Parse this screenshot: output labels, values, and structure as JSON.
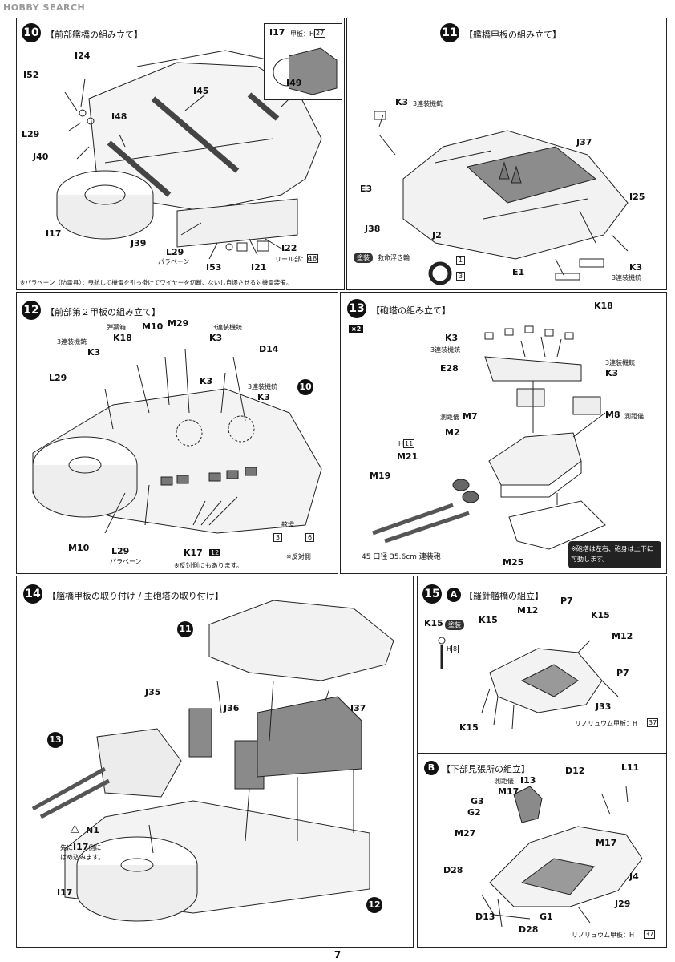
{
  "watermark": "HOBBY SEARCH",
  "page_number": "7",
  "step10": {
    "num": "10",
    "title": "【前部艦橋の組み立て】",
    "labels": {
      "I52": "I52",
      "I24": "I24",
      "L29": "L29",
      "J40": "J40",
      "I48": "I48",
      "I45": "I45",
      "I49": "I49",
      "I17": "I17",
      "J39": "J39",
      "L29b": "L29",
      "I53": "I53",
      "I21": "I21",
      "I22": "I22"
    },
    "paravane": "パラベーン",
    "reel": "リール部：H",
    "reel_h": "18",
    "note": "※パラベーン（防雷具）：曳航して機雷を引っ掛けてワイヤーを切断、ないし自爆させる対機雷装備。",
    "inset_label": "I17",
    "inset_deck": "甲板：H",
    "inset_h": "27"
  },
  "step11": {
    "num": "11",
    "title": "【艦橋甲板の組み立て】",
    "labels": {
      "K3": "K3",
      "E3": "E3",
      "J38": "J38",
      "J2": "J2",
      "J37": "J37",
      "I25": "I25",
      "K3b": "K3",
      "E1": "E1"
    },
    "triple_mg": "3連装機銃",
    "triple_mg_b": "3連装機銃",
    "paint_badge": "塗装",
    "lifebuoy": "救命浮き輪",
    "h1": "1",
    "h3": "3"
  },
  "step12": {
    "num": "12",
    "title": "【前部第２甲板の組み立て】",
    "labels": {
      "K18": "K18",
      "M10": "M10",
      "M29": "M29",
      "K3a": "K3",
      "K3b": "K3",
      "K3c": "K3",
      "K3d": "K3",
      "D14": "D14",
      "L29": "L29",
      "M10b": "M10",
      "L29b": "L29",
      "K17": "K17"
    },
    "ammo": "弾薬箱",
    "triple_mg": "3連装機銃",
    "triple_mg2": "3連装機銃",
    "triple_mg3": "3連装機銃",
    "paravane": "パラベーン",
    "lamp": "舷燈",
    "h3": "3",
    "h6": "6",
    "x12": "12",
    "ref10": "10",
    "note_other": "※反対側",
    "note_both": "※反対側にもあります。"
  },
  "step13": {
    "num": "13",
    "title": "【砲塔の組み立て】",
    "x2": "×2",
    "labels": {
      "K18": "K18",
      "K3": "K3",
      "E28": "E28",
      "K3b": "K3",
      "M7": "M7",
      "M8": "M8",
      "M2": "M2",
      "M21": "M21",
      "M19": "M19",
      "M25": "M25"
    },
    "triple_mg": "3連装機銃",
    "triple_mg2": "3連装機銃",
    "rangefinder": "測距儀",
    "rangefinder2": "測距儀",
    "h11": "11",
    "gun": "45 口径 35.6cm 連装砲",
    "note": "※砲塔は左右、砲身は上下に可動します。"
  },
  "step14": {
    "num": "14",
    "title": "【艦橋甲板の取り付け / 主砲塔の取り付け】",
    "labels": {
      "J35": "J35",
      "J36": "J36",
      "I37": "I37",
      "N1": "N1",
      "I17": "I17"
    },
    "ref11": "11",
    "ref13": "13",
    "ref12": "12",
    "note": "先にI17側に\nはめ込みます。",
    "note_line1": "先に",
    "note_part": "I17",
    "note_line1b": "側に",
    "note_line2": "はめ込みます。"
  },
  "step15": {
    "num": "15",
    "sub_a": "A",
    "title_a": "【羅針艦橋の組立】",
    "sub_b": "B",
    "title_b": "【下部見張所の組立】",
    "labels_a": {
      "K15": "K15",
      "K15b": "K15",
      "M12": "M12",
      "P7": "P7",
      "K15c": "K15",
      "M12b": "M12",
      "P7b": "P7",
      "J33": "J33",
      "K15d": "K15"
    },
    "paint_badge": "塗装",
    "h8": "8",
    "linoleum": "リノリュウム甲板：H",
    "linoleum_h": "37",
    "labels_b": {
      "D12": "D12",
      "L11": "L11",
      "M17": "M17",
      "I13": "I13",
      "G3": "G3",
      "G2": "G2",
      "M27": "M27",
      "M17b": "M17",
      "D28": "D28",
      "J4": "J4",
      "J29": "J29",
      "D13": "D13",
      "G1": "G1",
      "D28b": "D28"
    },
    "rangefinder": "測距儀",
    "linoleum_b": "リノリュウム甲板：H",
    "linoleum_b_h": "37"
  },
  "colors": {
    "ink": "#111111",
    "deck_grey": "#9a9a9a",
    "part_grey": "#cfcfcf"
  }
}
